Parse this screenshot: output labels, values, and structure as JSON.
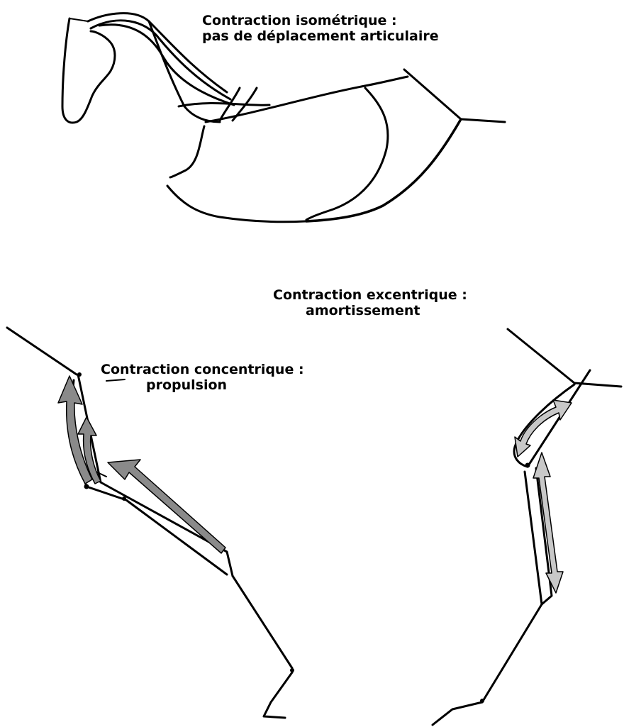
{
  "captions": {
    "isometric": {
      "line1": "Contraction isométrique :",
      "line2": "pas de déplacement articulaire"
    },
    "eccentric": {
      "line1": "Contraction excentrique :",
      "line2": "amortissement"
    },
    "concentric": {
      "line1": "Contraction concentrique :",
      "line2": "propulsion"
    }
  },
  "colors": {
    "ink": "#000000",
    "concentric_arrow": "#8a8a8a",
    "eccentric_arrow": "#c8c8c8",
    "background": "#ffffff"
  }
}
